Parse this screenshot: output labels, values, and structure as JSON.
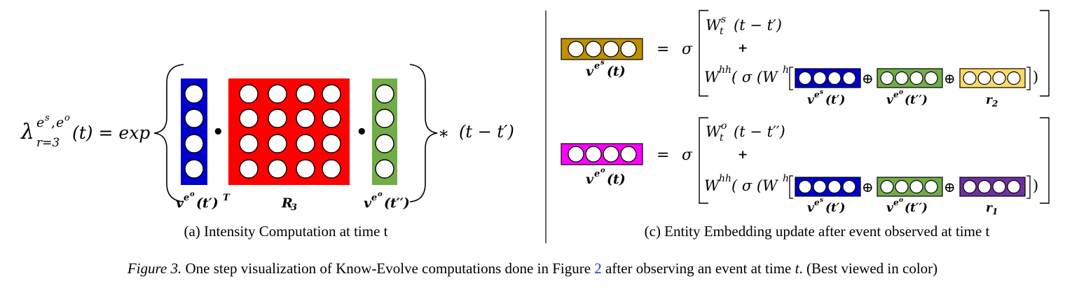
{
  "colors": {
    "blue": "#0000cc",
    "red": "#ff0000",
    "green": "#70ad47",
    "gold": "#bf9000",
    "light_yellow": "#ffd966",
    "magenta": "#ff00ff",
    "purple": "#7030a0"
  },
  "panel_a": {
    "lhs_lambda": "λ",
    "lhs_sup": "e",
    "lhs_sup_s": "s",
    "lhs_sup_comma": ",",
    "lhs_sup_o": "o",
    "lhs_sub": "r=3",
    "lhs_arg": "(t) = exp",
    "dot": "•",
    "times": "∗",
    "time_diff": "(t − t′)",
    "label_left": "v",
    "label_left_sup": "e",
    "label_left_supsup": "o",
    "label_left_arg": "(t′)",
    "label_left_T": "T",
    "label_mid": "R",
    "label_mid_sub": "3",
    "label_right": "v",
    "label_right_sup": "e",
    "label_right_supsup": "o",
    "label_right_arg": "(t′′)",
    "caption": "(a) Intensity Computation at time t"
  },
  "panel_c": {
    "eq": "=",
    "sigma": "σ",
    "plus": "+",
    "oplus": "⊕",
    "W": "W",
    "sub_t": "t",
    "sup_s": "s",
    "sup_o": "o",
    "hh": "hh",
    "h": "h",
    "open_sigma": "( σ (W",
    "close": "])",
    "top_diff": "(t − t′)",
    "bottom_diff": "(t − t′′)",
    "top_out_label": "v",
    "top_out_sup": "e",
    "top_out_supsup": "s",
    "top_out_arg": "(t)",
    "bot_out_label": "v",
    "bot_out_sup": "e",
    "bot_out_supsup": "o",
    "bot_out_arg": "(t)",
    "in1": "v",
    "in1_sup": "e",
    "in1_supsup": "s",
    "in1_arg": "(t′)",
    "in2": "v",
    "in2_sup": "e",
    "in2_supsup": "o",
    "in2_arg": "(t′′)",
    "r_top": "r",
    "r_top_sub": "2",
    "r_bot": "r",
    "r_bot_sub": "1",
    "caption": "(c) Entity Embedding update after event observed at time t"
  },
  "caption": {
    "label": "Figure 3.",
    "text_before": " One step visualization of Know-Evolve computations done in Figure ",
    "ref": "2",
    "text_after": " after observing an event at time ",
    "t": "t",
    "text_end": ". (Best viewed in color)"
  }
}
